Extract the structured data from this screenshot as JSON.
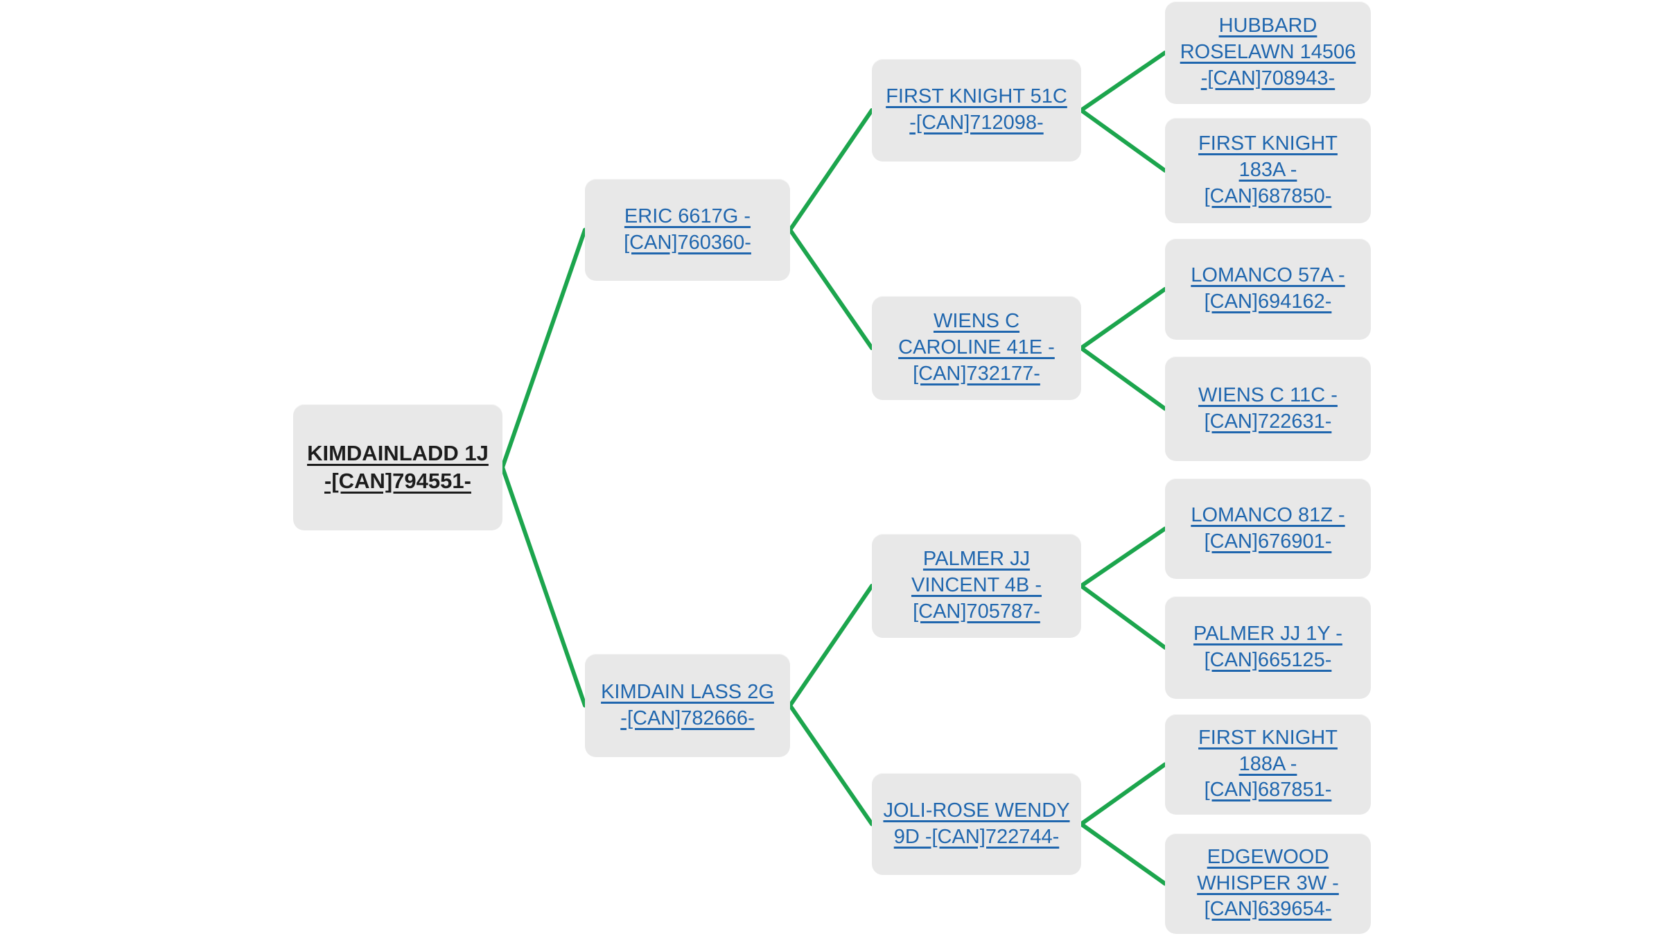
{
  "diagram_type": "pedigree-tree",
  "colors": {
    "background": "#ffffff",
    "node_fill": "#e8e8e8",
    "link_blue": "#1f66ae",
    "subject_text": "#1c1c1c",
    "edge_green": "#1ca54d"
  },
  "nodes": [
    {
      "id": "kimdainladd-1j",
      "label": "KIMDAINLADD 1J -[CAN]794551-",
      "lines": [
        "KIMDAINLADD 1J",
        "-[CAN]794551-"
      ],
      "is_subject": true,
      "generation": 0,
      "children": [
        "eric-6617g",
        "kimdain-lass-2g"
      ]
    },
    {
      "id": "eric-6617g",
      "label": "ERIC 6617G -[CAN]760360-",
      "lines": [
        "ERIC 6617G -",
        "[CAN]760360-"
      ],
      "is_subject": false,
      "generation": 1,
      "children": [
        "first-knight-51c",
        "wiens-c-caroline-41e"
      ]
    },
    {
      "id": "kimdain-lass-2g",
      "label": "KIMDAIN LASS 2G -[CAN]782666-",
      "lines": [
        "KIMDAIN LASS 2G",
        "-[CAN]782666-"
      ],
      "is_subject": false,
      "generation": 1,
      "children": [
        "palmer-jj-vincent-4b",
        "joli-rose-wendy-9d"
      ]
    },
    {
      "id": "first-knight-51c",
      "label": "FIRST KNIGHT 51C -[CAN]712098-",
      "lines": [
        "FIRST KNIGHT 51C",
        "-[CAN]712098-"
      ],
      "is_subject": false,
      "generation": 2,
      "children": [
        "hubbard-roselawn-14506",
        "first-knight-183a"
      ]
    },
    {
      "id": "wiens-c-caroline-41e",
      "label": "WIENS C CAROLINE 41E -[CAN]732177-",
      "lines": [
        "WIENS C",
        "CAROLINE 41E -",
        "[CAN]732177-"
      ],
      "is_subject": false,
      "generation": 2,
      "children": [
        "lomanco-57a",
        "wiens-c-11c"
      ]
    },
    {
      "id": "palmer-jj-vincent-4b",
      "label": "PALMER JJ VINCENT 4B -[CAN]705787-",
      "lines": [
        "PALMER JJ",
        "VINCENT 4B -",
        "[CAN]705787-"
      ],
      "is_subject": false,
      "generation": 2,
      "children": [
        "lomanco-81z",
        "palmer-jj-1y"
      ]
    },
    {
      "id": "joli-rose-wendy-9d",
      "label": "JOLI-ROSE WENDY 9D -[CAN]722744-",
      "lines": [
        "JOLI-ROSE WENDY",
        "9D -[CAN]722744-"
      ],
      "is_subject": false,
      "generation": 2,
      "children": [
        "first-knight-188a",
        "edgewood-whisper-3w"
      ]
    },
    {
      "id": "hubbard-roselawn-14506",
      "label": "HUBBARD ROSELAWN 14506 -[CAN]708943-",
      "lines": [
        "HUBBARD",
        "ROSELAWN 14506",
        "-[CAN]708943-"
      ],
      "is_subject": false,
      "generation": 3,
      "children": []
    },
    {
      "id": "first-knight-183a",
      "label": "FIRST KNIGHT 183A -[CAN]687850-",
      "lines": [
        "FIRST KNIGHT",
        "183A -",
        "[CAN]687850-"
      ],
      "is_subject": false,
      "generation": 3,
      "children": []
    },
    {
      "id": "lomanco-57a",
      "label": "LOMANCO 57A -[CAN]694162-",
      "lines": [
        "LOMANCO 57A -",
        "[CAN]694162-"
      ],
      "is_subject": false,
      "generation": 3,
      "children": []
    },
    {
      "id": "wiens-c-11c",
      "label": "WIENS C 11C -[CAN]722631-",
      "lines": [
        "WIENS C 11C -",
        "[CAN]722631-"
      ],
      "is_subject": false,
      "generation": 3,
      "children": []
    },
    {
      "id": "lomanco-81z",
      "label": "LOMANCO 81Z -[CAN]676901-",
      "lines": [
        "LOMANCO 81Z -",
        "[CAN]676901-"
      ],
      "is_subject": false,
      "generation": 3,
      "children": []
    },
    {
      "id": "palmer-jj-1y",
      "label": "PALMER JJ 1Y -[CAN]665125-",
      "lines": [
        "PALMER JJ 1Y -",
        "[CAN]665125-"
      ],
      "is_subject": false,
      "generation": 3,
      "children": []
    },
    {
      "id": "first-knight-188a",
      "label": "FIRST KNIGHT 188A -[CAN]687851-",
      "lines": [
        "FIRST KNIGHT",
        "188A -",
        "[CAN]687851-"
      ],
      "is_subject": false,
      "generation": 3,
      "children": []
    },
    {
      "id": "edgewood-whisper-3w",
      "label": "EDGEWOOD WHISPER 3W -[CAN]639654-",
      "lines": [
        "EDGEWOOD",
        "WHISPER 3W -",
        "[CAN]639654-"
      ],
      "is_subject": false,
      "generation": 3,
      "children": []
    }
  ]
}
